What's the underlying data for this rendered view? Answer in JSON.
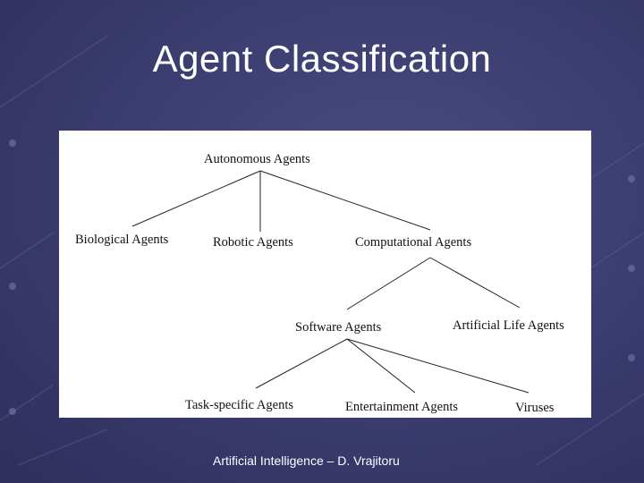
{
  "slide": {
    "title": "Agent Classification",
    "footer": "Artificial Intelligence – D. Vrajitoru"
  },
  "diagram": {
    "nodes": {
      "autonomous": "Autonomous Agents",
      "biological": "Biological Agents",
      "robotic": "Robotic Agents",
      "computational": "Computational Agents",
      "software": "Software Agents",
      "artificial_life": "Artificial Life Agents",
      "task_specific": "Task-specific Agents",
      "entertainment": "Entertainment Agents",
      "viruses": "Viruses"
    },
    "edges": [
      [
        "Autonomous Agents",
        "Biological Agents"
      ],
      [
        "Autonomous Agents",
        "Robotic Agents"
      ],
      [
        "Autonomous Agents",
        "Computational Agents"
      ],
      [
        "Computational Agents",
        "Software Agents"
      ],
      [
        "Computational Agents",
        "Artificial Life Agents"
      ],
      [
        "Software Agents",
        "Task-specific Agents"
      ],
      [
        "Software Agents",
        "Entertainment Agents"
      ],
      [
        "Software Agents",
        "Viruses"
      ]
    ]
  },
  "colors": {
    "background": "#3a3b6e",
    "panel": "#ffffff",
    "text": "#ffffff"
  }
}
